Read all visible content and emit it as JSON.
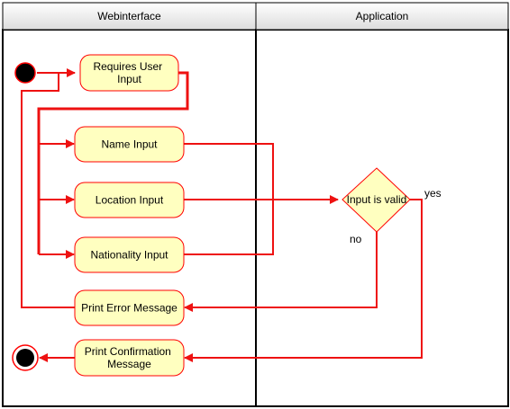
{
  "lanes": [
    {
      "title": "Webinterface"
    },
    {
      "title": "Application"
    }
  ],
  "actions": {
    "requires_user_input": [
      "Requires User",
      "Input"
    ],
    "name_input": "Name Input",
    "location_input": "Location Input",
    "nationality_input": "Nationality Input",
    "print_error_message": "Print Error Message",
    "print_confirmation_message": [
      "Print Confirmation",
      "Message"
    ]
  },
  "decision": {
    "label": "Input is valid",
    "guard_yes": "yes",
    "guard_no": "no"
  },
  "colors": {
    "flow": "#ee1111",
    "action_fill": "#ffffc0",
    "action_stroke": "#ff0000",
    "header_top": "#ffffff",
    "header_bottom": "#dcdcdc"
  }
}
